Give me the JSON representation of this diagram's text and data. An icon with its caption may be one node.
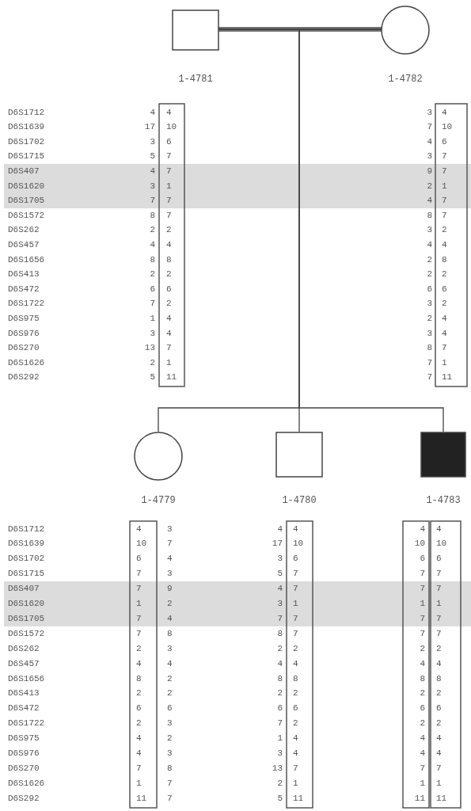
{
  "diagram": {
    "nodes": [
      {
        "text": [
          "1-4781"
        ]
      },
      {
        "text": [
          "1-4782"
        ]
      },
      {
        "text": [
          "1-4779"
        ]
      },
      {
        "text": [
          "1-4780"
        ]
      },
      {
        "text": [
          "1-4783"
        ]
      }
    ],
    "edges": [
      {
        "from": 0,
        "to": 1,
        "arrow": "none"
      },
      {
        "from": 0,
        "to": 2,
        "arrow": "none"
      },
      {
        "from": 1,
        "to": 2,
        "arrow": "none"
      },
      {
        "from": 0,
        "to": 3,
        "arrow": "none"
      },
      {
        "from": 1,
        "to": 3,
        "arrow": "none"
      },
      {
        "from": 0,
        "to": 4,
        "arrow": "none"
      },
      {
        "from": 1,
        "to": 4,
        "arrow": "none"
      }
    ],
    "labels": [
      "D6S1712",
      "4",
      "4",
      "3",
      "4",
      "D6S1639",
      "17",
      "10",
      "7",
      "10",
      "D6S1702",
      "3",
      "6",
      "4",
      "6",
      "D6S1715",
      "5",
      "7",
      "3",
      "7",
      "D6S407",
      "4",
      "7",
      "9",
      "7",
      "D6S1620",
      "3",
      "1",
      "2",
      "1",
      "D6S1705",
      "7",
      "7",
      "4",
      "7",
      "D6S1572",
      "8",
      "7",
      "8",
      "7",
      "D6S262",
      "2",
      "2",
      "3",
      "2",
      "D6S457",
      "4",
      "4",
      "4",
      "4",
      "D6S1656",
      "8",
      "8",
      "2",
      "8",
      "D6S413",
      "2",
      "2",
      "2",
      "2",
      "D6S472",
      "6",
      "6",
      "6",
      "6",
      "D6S1722",
      "7",
      "2",
      "3",
      "2",
      "D6S975",
      "1",
      "4",
      "2",
      "4",
      "D6S976",
      "3",
      "4",
      "3",
      "4",
      "D6S270",
      "13",
      "7",
      "8",
      "7",
      "D6S1626",
      "2",
      "1",
      "7",
      "1",
      "D6S292",
      "5",
      "11",
      "7",
      "11",
      "D6S1712",
      "4",
      "3",
      "4",
      "4",
      "4",
      "4",
      "D6S1639",
      "10",
      "7",
      "17",
      "10",
      "10",
      "10",
      "D6S1702",
      "6",
      "4",
      "3",
      "6",
      "6",
      "6",
      "D6S1715",
      "7",
      "3",
      "5",
      "7",
      "7",
      "7",
      "D6S407",
      "7",
      "9",
      "4",
      "7",
      "7",
      "7",
      "D6S1620",
      "1",
      "2",
      "3",
      "1",
      "1",
      "1",
      "D6S1705",
      "7",
      "4",
      "7",
      "7",
      "7",
      "7",
      "D6S1572",
      "7",
      "8",
      "8",
      "7",
      "7",
      "7",
      "D6S262",
      "2",
      "3",
      "2",
      "2",
      "2",
      "2",
      "D6S457",
      "4",
      "4",
      "4",
      "4",
      "4",
      "4",
      "D6S1656",
      "8",
      "2",
      "8",
      "8",
      "8",
      "8",
      "D6S413",
      "2",
      "2",
      "2",
      "2",
      "2",
      "2",
      "D6S472",
      "6",
      "6",
      "6",
      "6",
      "6",
      "6",
      "D6S1722",
      "2",
      "3",
      "7",
      "2",
      "2",
      "2",
      "D6S975",
      "4",
      "2",
      "1",
      "4",
      "4",
      "4",
      "D6S976",
      "4",
      "3",
      "3",
      "4",
      "4",
      "4",
      "D6S270",
      "7",
      "8",
      "13",
      "7",
      "7",
      "7",
      "D6S1626",
      "1",
      "7",
      "2",
      "1",
      "1",
      "1",
      "D6S292",
      "11",
      "7",
      "5",
      "11",
      "11",
      "11"
    ]
  }
}
